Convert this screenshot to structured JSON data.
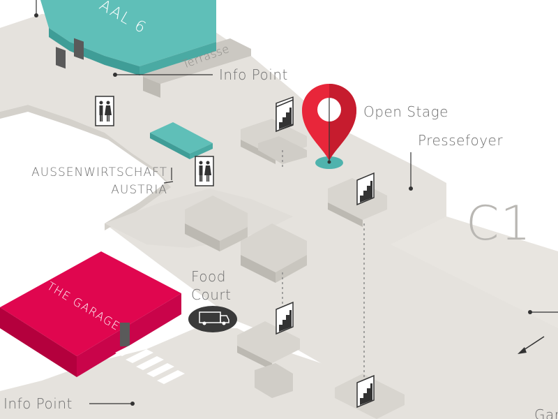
{
  "map": {
    "labels": {
      "hall": "AAL 6",
      "terrace": "Terrasse",
      "info_point_top": "Info Point",
      "open_stage": "Open Stage",
      "pressefoyer": "Pressefoyer",
      "aussenwirtschaft_line1": "AUSSENWIRTSCHAFT",
      "aussenwirtschaft_line2": "AUSTRIA",
      "zone_code": "C1",
      "food_court_line1": "Food",
      "food_court_line2": "Court",
      "the_garage": "THE GARAGE",
      "info_point_bottom": "Info Point",
      "garage_edge": "Gar"
    },
    "icons": [
      "restroom-icon",
      "stairs-icon",
      "location-pin-icon",
      "food-truck-icon",
      "direction-arrow-icon"
    ],
    "colors": {
      "floor": "#e5e2dd",
      "wall": "#cfccc6",
      "hall_teal": "#5fbfb8",
      "garage": "#e0064f",
      "pin": "#e8263a",
      "text": "#6f6f6f"
    }
  }
}
